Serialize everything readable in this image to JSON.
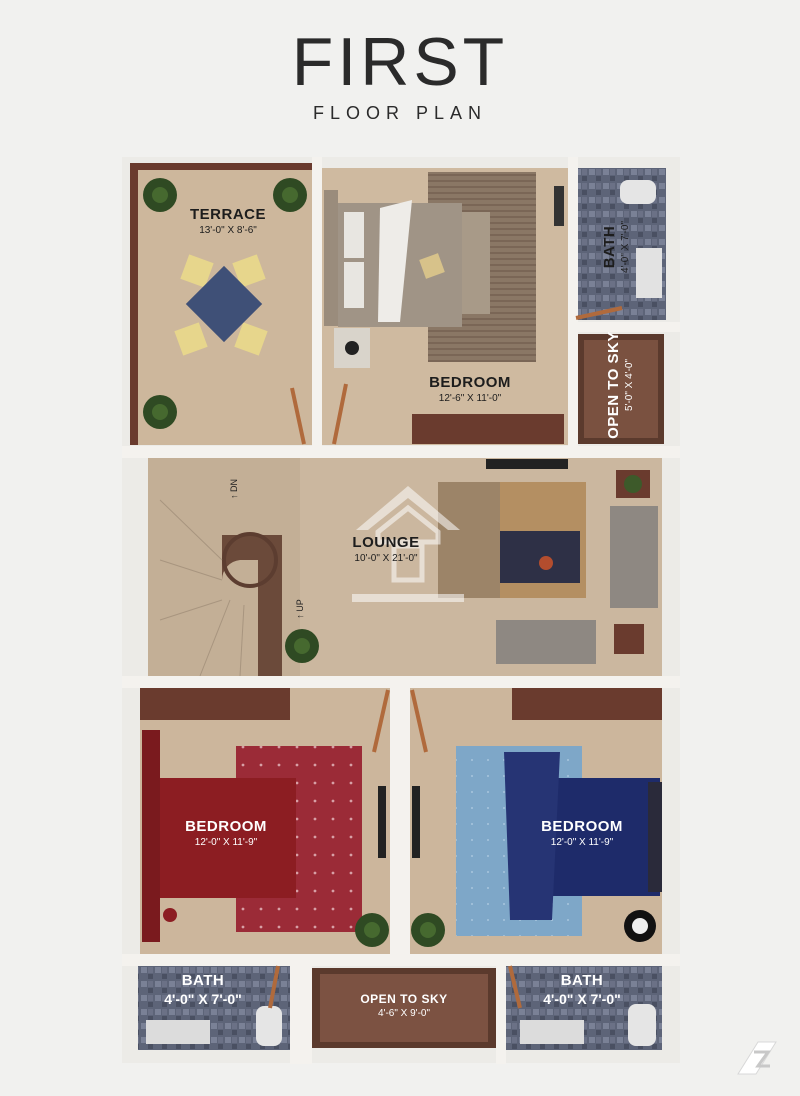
{
  "header": {
    "title": "FIRST",
    "subtitle": "FLOOR PLAN"
  },
  "rooms": {
    "terrace": {
      "name": "TERRACE",
      "dims": "13'-0\" X 8'-6\""
    },
    "bedroom_top": {
      "name": "BEDROOM",
      "dims": "12'-6\" X 11'-0\""
    },
    "bath_top": {
      "name": "BATH",
      "dims": "4'-0\" X 7'-0\""
    },
    "open_sky_top": {
      "name": "OPEN TO SKY",
      "dims": "5'-0\" X 4'-0\""
    },
    "lounge": {
      "name": "LOUNGE",
      "dims": "10'-0\" X 21'-0\""
    },
    "bedroom_left": {
      "name": "BEDROOM",
      "dims": "12'-0\" X 11'-9\""
    },
    "bedroom_right": {
      "name": "BEDROOM",
      "dims": "12'-0\" X 11'-9\""
    },
    "bath_left": {
      "name": "BATH",
      "dims": "4'-0\" X 7'-0\""
    },
    "open_sky_bottom": {
      "name": "OPEN TO SKY",
      "dims": "4'-6\" X 9'-0\""
    },
    "bath_right": {
      "name": "BATH",
      "dims": "4'-0\" X 7'-0\""
    }
  },
  "stairs": {
    "down": "DN",
    "up": "UP"
  },
  "colors": {
    "floor": "#c9b49a",
    "wall": "#f4f2ee",
    "wood": "#6a3b2e",
    "bed_red": "#8c1d22",
    "bed_blue": "#1e2b6a",
    "rug_blue": "#7ea7c8",
    "tile": "#5d6478"
  }
}
